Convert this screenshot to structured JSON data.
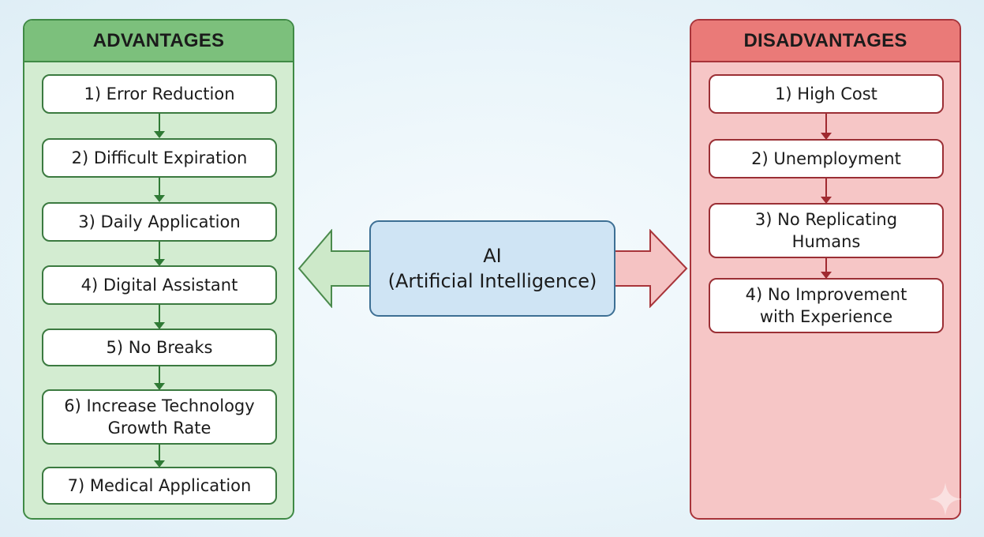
{
  "colors": {
    "advantages_fill": "#d3ecd1",
    "advantages_header": "#7cc07c",
    "advantages_border": "#3f8a45",
    "disadvantages_fill": "#f6c6c6",
    "disadvantages_header": "#ea7a78",
    "disadvantages_border": "#a8343a",
    "center_fill": "#cfe4f4",
    "center_border": "#3d6f94"
  },
  "center": {
    "line1": "AI",
    "line2": "(Artificial Intelligence)"
  },
  "advantages": {
    "title": "ADVANTAGES",
    "items": [
      {
        "label": "1) Error Reduction"
      },
      {
        "label": "2) Difficult Expiration"
      },
      {
        "label": "3) Daily Application"
      },
      {
        "label": "4) Digital Assistant"
      },
      {
        "label": "5) No Breaks"
      },
      {
        "label": "6) Increase Technology Growth Rate"
      },
      {
        "label": "7) Medical Application"
      }
    ]
  },
  "disadvantages": {
    "title": "DISADVANTAGES",
    "items": [
      {
        "label": "1) High Cost"
      },
      {
        "label": "2) Unemployment"
      },
      {
        "label": "3) No Replicating Humans"
      },
      {
        "label": "4) No Improvement with Experience"
      }
    ]
  },
  "decorations": {
    "watermark_icon": "sparkle-icon"
  }
}
